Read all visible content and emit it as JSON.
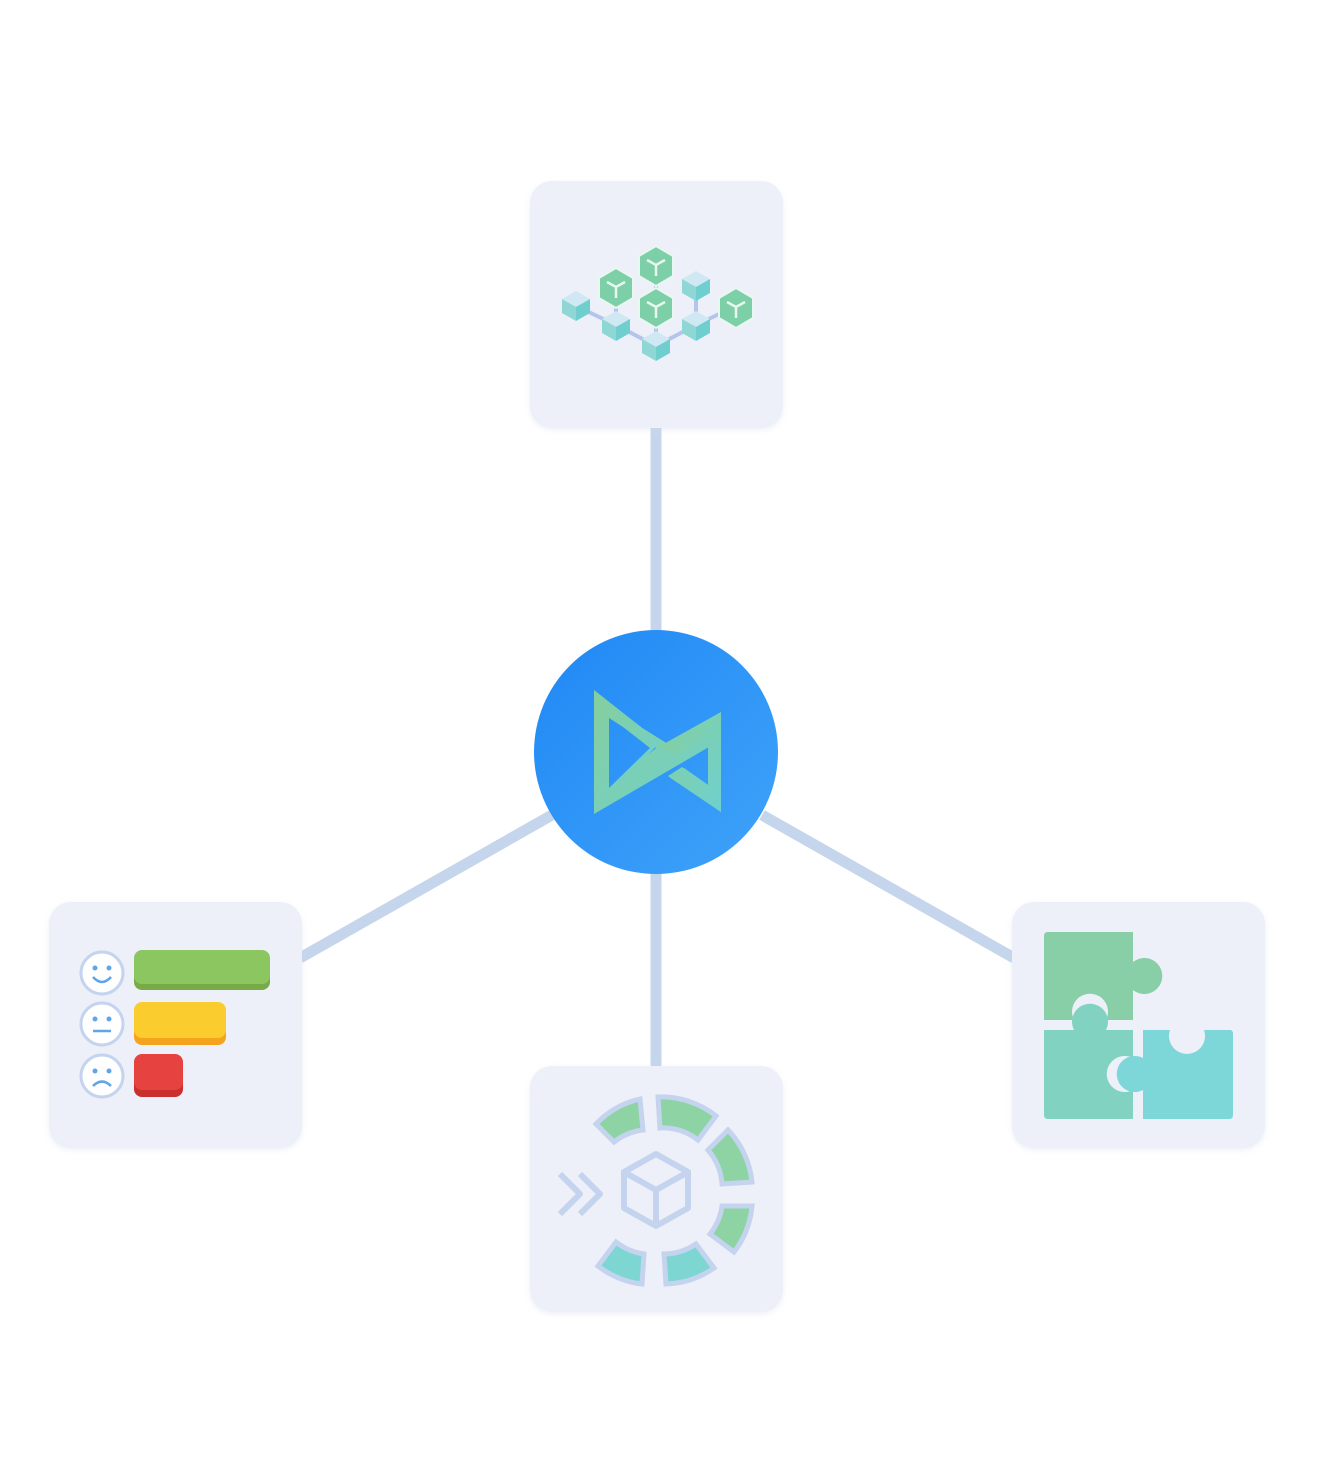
{
  "hub": {
    "icon": "bowtie-logo-icon",
    "color": "#2b94f7"
  },
  "nodes": [
    {
      "id": "top",
      "icon": "blockchain-cubes-icon"
    },
    {
      "id": "left",
      "icon": "sentiment-rating-bars-icon"
    },
    {
      "id": "bottom",
      "icon": "circular-cube-cycle-icon"
    },
    {
      "id": "right",
      "icon": "puzzle-pieces-icon"
    }
  ],
  "colors": {
    "connector": "#c5d6ec",
    "card": "#edf0f8",
    "mint": "#88d0a8",
    "teal": "#7cd6d6",
    "green_bar": "#8cc660",
    "yellow_bar": "#fbcc2e",
    "red_bar": "#e6423f",
    "outline": "#c4d4ee"
  }
}
